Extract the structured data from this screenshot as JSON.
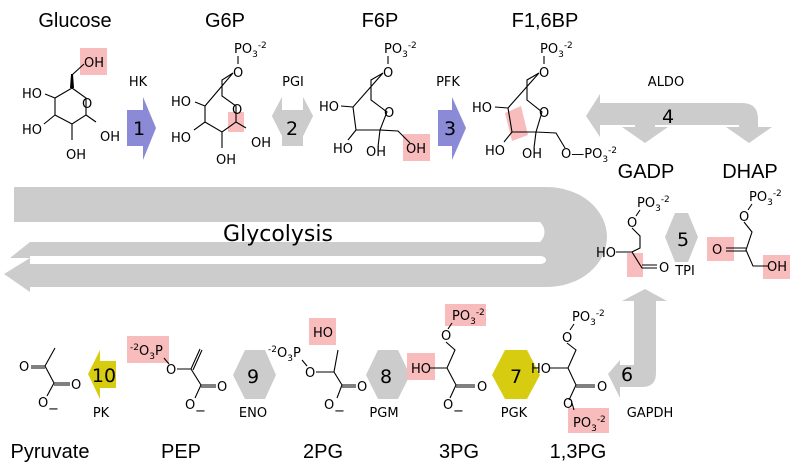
{
  "title": "Glycolysis",
  "colors": {
    "irreversible_step": "#8a8ad6",
    "reversible_step": "#cccccc",
    "atp_generating_step": "#d8cc10",
    "highlight": "#f8b8b8",
    "main_arrow": "#cccccc"
  },
  "metabolites": {
    "glucose": "Glucose",
    "g6p": "G6P",
    "f6p": "F6P",
    "f16bp": "F1,6BP",
    "gadp": "GADP",
    "dhap": "DHAP",
    "bpg13": "1,3PG",
    "pg3": "3PG",
    "pg2": "2PG",
    "pep": "PEP",
    "pyruvate": "Pyruvate"
  },
  "steps": [
    {
      "number": "1",
      "enzyme": "HK",
      "type": "irreversible"
    },
    {
      "number": "2",
      "enzyme": "PGI",
      "type": "reversible"
    },
    {
      "number": "3",
      "enzyme": "PFK",
      "type": "irreversible"
    },
    {
      "number": "4",
      "enzyme": "ALDO",
      "type": "reversible"
    },
    {
      "number": "5",
      "enzyme": "TPI",
      "type": "reversible"
    },
    {
      "number": "6",
      "enzyme": "GAPDH",
      "type": "reversible"
    },
    {
      "number": "7",
      "enzyme": "PGK",
      "type": "atp"
    },
    {
      "number": "8",
      "enzyme": "PGM",
      "type": "reversible"
    },
    {
      "number": "9",
      "enzyme": "ENO",
      "type": "reversible"
    },
    {
      "number": "10",
      "enzyme": "PK",
      "type": "atp"
    }
  ],
  "atoms": {
    "oh": "OH",
    "ho": "HO",
    "o": "O",
    "po3": "PO",
    "sub3": "3",
    "charge": "-2",
    "o3p_prefix": "-2",
    "o3p": "O",
    "o3p_p": "P",
    "minus": "−"
  }
}
